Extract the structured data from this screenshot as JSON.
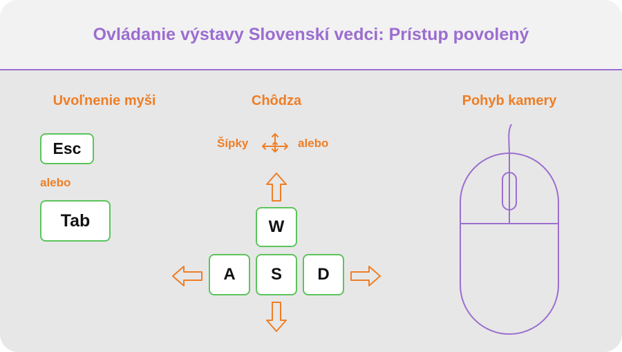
{
  "title": "Ovládanie výstavy Slovenskí vedci: Prístup povolený",
  "sections": {
    "release_mouse": {
      "heading": "Uvoľnenie myši",
      "key1": "Esc",
      "or_text": "alebo",
      "key2": "Tab"
    },
    "walking": {
      "heading": "Chôdza",
      "arrows_label": "Šípky",
      "or_text": "alebo",
      "keys": {
        "up": "W",
        "left": "A",
        "down": "S",
        "right": "D"
      }
    },
    "camera": {
      "heading": "Pohyb kamery"
    }
  },
  "colors": {
    "title": "#9b6dd0",
    "accent": "#ee7e26",
    "key_border": "#5bc45b",
    "mouse": "#9b6dd0",
    "background": "#e7e7e7",
    "header_background": "#f2f2f2"
  },
  "icons": [
    "arrow-keys-icon",
    "arrow-up-icon",
    "arrow-left-icon",
    "arrow-right-icon",
    "arrow-down-icon",
    "mouse-icon"
  ]
}
